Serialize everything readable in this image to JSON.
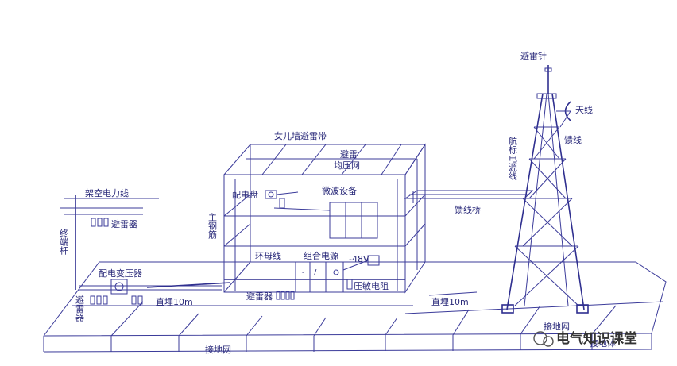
{
  "labels": {
    "lightning_rod": "避雷针",
    "antenna": "天线",
    "feeder": "馈线",
    "nav_light_line": "航标电源线",
    "parapet_belt": "女儿墙避雷带",
    "roof_net_line1": "避雷",
    "roof_net_line2": "均压网",
    "distribution_board": "配电盘",
    "microwave_equipment": "微波设备",
    "main_rebar": "主钢筋",
    "ring_bus": "环母线",
    "combined_power": "组合电源",
    "minus48v": "-48V",
    "varistor": "压敏电阻",
    "surge_arrester_indoor": "避雷器",
    "feeder_bridge": "馈线桥",
    "overhead_power_line": "架空电力线",
    "arrester_pole": "避雷器",
    "terminal_pole": "终端杆",
    "distribution_transformer": "配电变压器",
    "arrester_left": "避雷器",
    "buried_10m_left": "直埋10m",
    "buried_10m_right": "直埋10m",
    "grounding_grid_tower": "接地网",
    "grounding_grid_bottom": "接地网",
    "grounding_body": "接地体",
    "watermark": "电气知识课堂"
  },
  "colors": {
    "line": "#3b3b9a",
    "text": "#2a2a7a",
    "watermark": "#333333"
  },
  "icons": {
    "watermark_logo": "wechat-logo-icon"
  }
}
